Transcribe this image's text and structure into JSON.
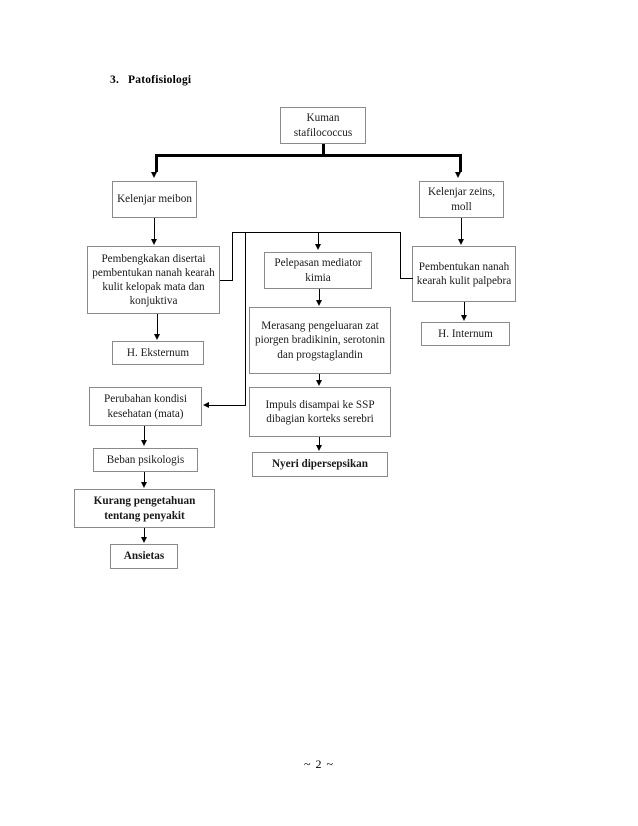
{
  "document": {
    "heading_number": "3.",
    "heading_text": "Patofisiologi",
    "footer": "~ 2 ~"
  },
  "diagram": {
    "type": "flowchart",
    "title": "Patofisiologi",
    "nodes": [
      {
        "id": "kuman",
        "label": "Kuman stafilococcus",
        "bold": false
      },
      {
        "id": "meibon",
        "label": "Kelenjar meibon",
        "bold": false
      },
      {
        "id": "zeins",
        "label": "Kelenjar zeins, moll",
        "bold": false
      },
      {
        "id": "pembengkakan",
        "label": "Pembengkakan disertai pembentukan nanah kearah kulit kelopak mata dan konjuktiva",
        "bold": false
      },
      {
        "id": "pelepasan",
        "label": "Pelepasan mediator kimia",
        "bold": false
      },
      {
        "id": "pembentukan",
        "label": "Pembentukan nanah kearah kulit palpebra",
        "bold": false
      },
      {
        "id": "eksternum",
        "label": "H. Eksternum",
        "bold": false
      },
      {
        "id": "merasang",
        "label": "Merasang pengeluaran zat piorgen bradikinin, serotonin dan progstaglandin",
        "bold": false
      },
      {
        "id": "internum",
        "label": "H. Internum",
        "bold": false
      },
      {
        "id": "perubahan",
        "label": "Perubahan kondisi kesehatan (mata)",
        "bold": false
      },
      {
        "id": "impuls",
        "label": "Impuls disampai ke SSP dibagian korteks serebri",
        "bold": false
      },
      {
        "id": "beban",
        "label": "Beban psikologis",
        "bold": false
      },
      {
        "id": "nyeri",
        "label": "Nyeri dipersepsikan",
        "bold": true
      },
      {
        "id": "kurang",
        "label": "Kurang pengetahuan tentang penyakit",
        "bold": true
      },
      {
        "id": "ansietas",
        "label": "Ansietas",
        "bold": true
      }
    ],
    "edges": [
      {
        "from": "kuman",
        "to": "meibon"
      },
      {
        "from": "kuman",
        "to": "zeins"
      },
      {
        "from": "meibon",
        "to": "pembengkakan"
      },
      {
        "from": "zeins",
        "to": "pembentukan"
      },
      {
        "from": "pembengkakan",
        "to": "eksternum"
      },
      {
        "from": "pembengkakan",
        "to": "pelepasan"
      },
      {
        "from": "pembengkakan",
        "to": "pembentukan"
      },
      {
        "from": "pembengkakan",
        "to": "perubahan"
      },
      {
        "from": "pembentukan",
        "to": "internum"
      },
      {
        "from": "pelepasan",
        "to": "merasang"
      },
      {
        "from": "merasang",
        "to": "impuls"
      },
      {
        "from": "impuls",
        "to": "nyeri"
      },
      {
        "from": "perubahan",
        "to": "beban"
      },
      {
        "from": "beban",
        "to": "kurang"
      },
      {
        "from": "kurang",
        "to": "ansietas"
      }
    ],
    "colors": {
      "box_border": "#8a8a8a",
      "connector": "#000000",
      "text": "#1a1a1a",
      "background": "#ffffff"
    }
  }
}
